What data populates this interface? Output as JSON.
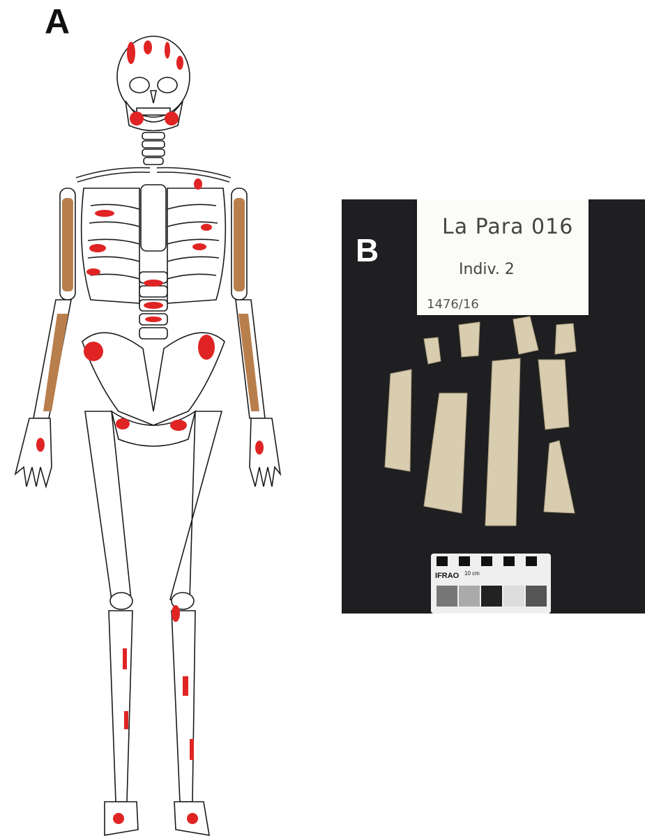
{
  "panels": {
    "a": {
      "letter": "A"
    },
    "b": {
      "letter": "B",
      "label_card": {
        "line1": "La Para 016",
        "line2": "Indiv. 2",
        "line3": "1476/16"
      },
      "scale_bar": {
        "brand": "IFRAO",
        "length": "10 cm"
      }
    }
  },
  "colors": {
    "preserved_marker": "#e02424",
    "arm_shaded": "#b87f4d",
    "outline": "#1a1a1a",
    "photo_background": "#1f1f21",
    "bone": "#d9cdb0"
  }
}
